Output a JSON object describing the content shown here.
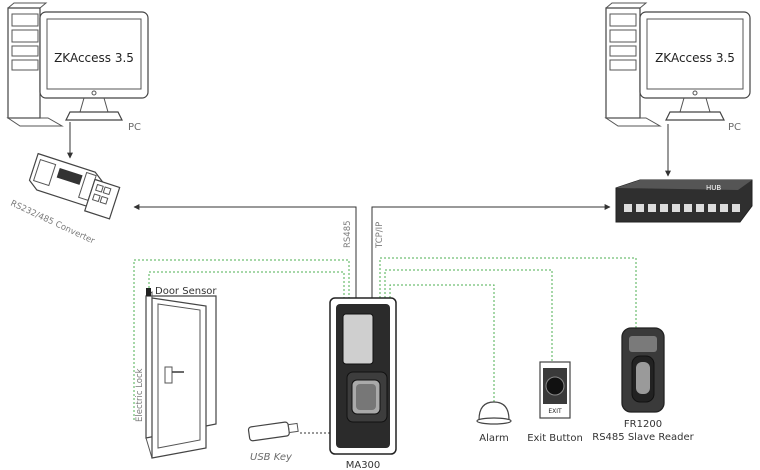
{
  "left_pc": {
    "screen_text": "ZKAccess 3.5",
    "label": "PC"
  },
  "right_pc": {
    "screen_text": "ZKAccess 3.5",
    "label": "PC"
  },
  "converter": {
    "label": "RS232/485 Converter"
  },
  "hub": {
    "label": "HUB"
  },
  "connections": {
    "rs485": "RS485",
    "tcpip": "TCP/IP"
  },
  "door": {
    "sensor_label": "Door Sensor",
    "lock_label": "Electric Lock"
  },
  "usb_key": {
    "label": "USB Key"
  },
  "ma300": {
    "label": "MA300"
  },
  "alarm": {
    "label": "Alarm"
  },
  "exit_button": {
    "label": "Exit Button",
    "face_text": "EXIT"
  },
  "slave_reader": {
    "label_line1": "FR1200",
    "label_line2": "RS485 Slave Reader"
  },
  "colors": {
    "green_wire": "#4caf50",
    "line": "#333333",
    "label": "#6b6b6b"
  }
}
